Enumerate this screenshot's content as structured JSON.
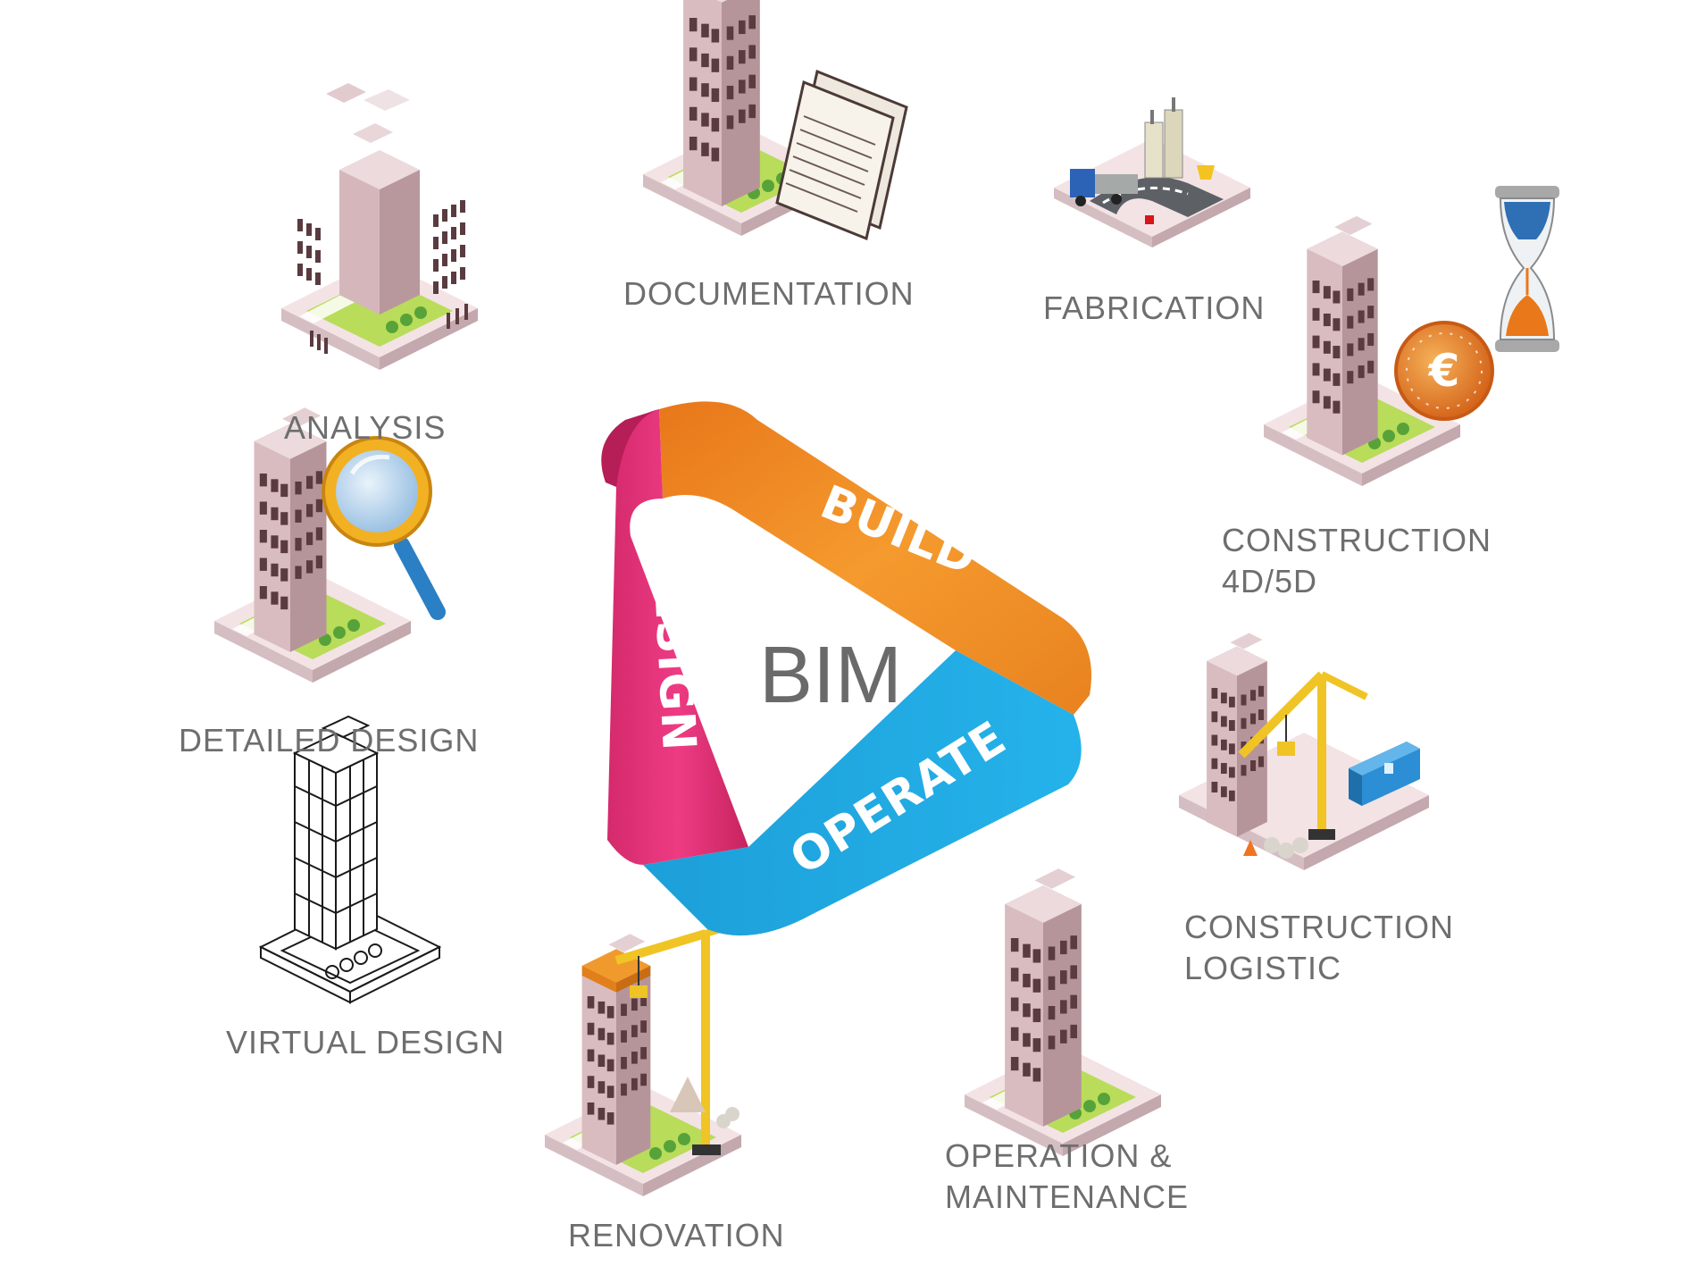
{
  "center": {
    "title": "BIM"
  },
  "phases": {
    "design": "DESIGN",
    "build": "BUILD",
    "operate": "OPERATE"
  },
  "nodes": {
    "documentation": [
      "DOCUMENTATION"
    ],
    "fabrication": [
      "FABRICATION"
    ],
    "analysis": [
      "ANALYSIS"
    ],
    "construction_4d5d": [
      "CONSTRUCTION",
      "4D/5D"
    ],
    "detailed_design": [
      "DETAILED DESIGN"
    ],
    "construction_logistic": [
      "CONSTRUCTION",
      "LOGISTIC"
    ],
    "virtual_design": [
      "VIRTUAL DESIGN"
    ],
    "operation_maintenance": [
      "OPERATION &",
      "MAINTENANCE"
    ],
    "renovation": [
      "RENOVATION"
    ]
  },
  "icons": {
    "documentation": "building-with-documents-icon",
    "fabrication": "factory-truck-road-icon",
    "analysis": "exploded-building-icon",
    "construction_4d5d": "building-coin-hourglass-icon",
    "detailed_design": "building-magnifier-icon",
    "construction_logistic": "building-crane-container-icon",
    "virtual_design": "wireframe-building-icon",
    "operation_maintenance": "building-icon",
    "renovation": "building-crane-icon",
    "euro_symbol": "€"
  },
  "colors": {
    "design": "#e6317a",
    "build": "#f28c23",
    "operate": "#1aa3de",
    "label": "#6e6e6e"
  }
}
